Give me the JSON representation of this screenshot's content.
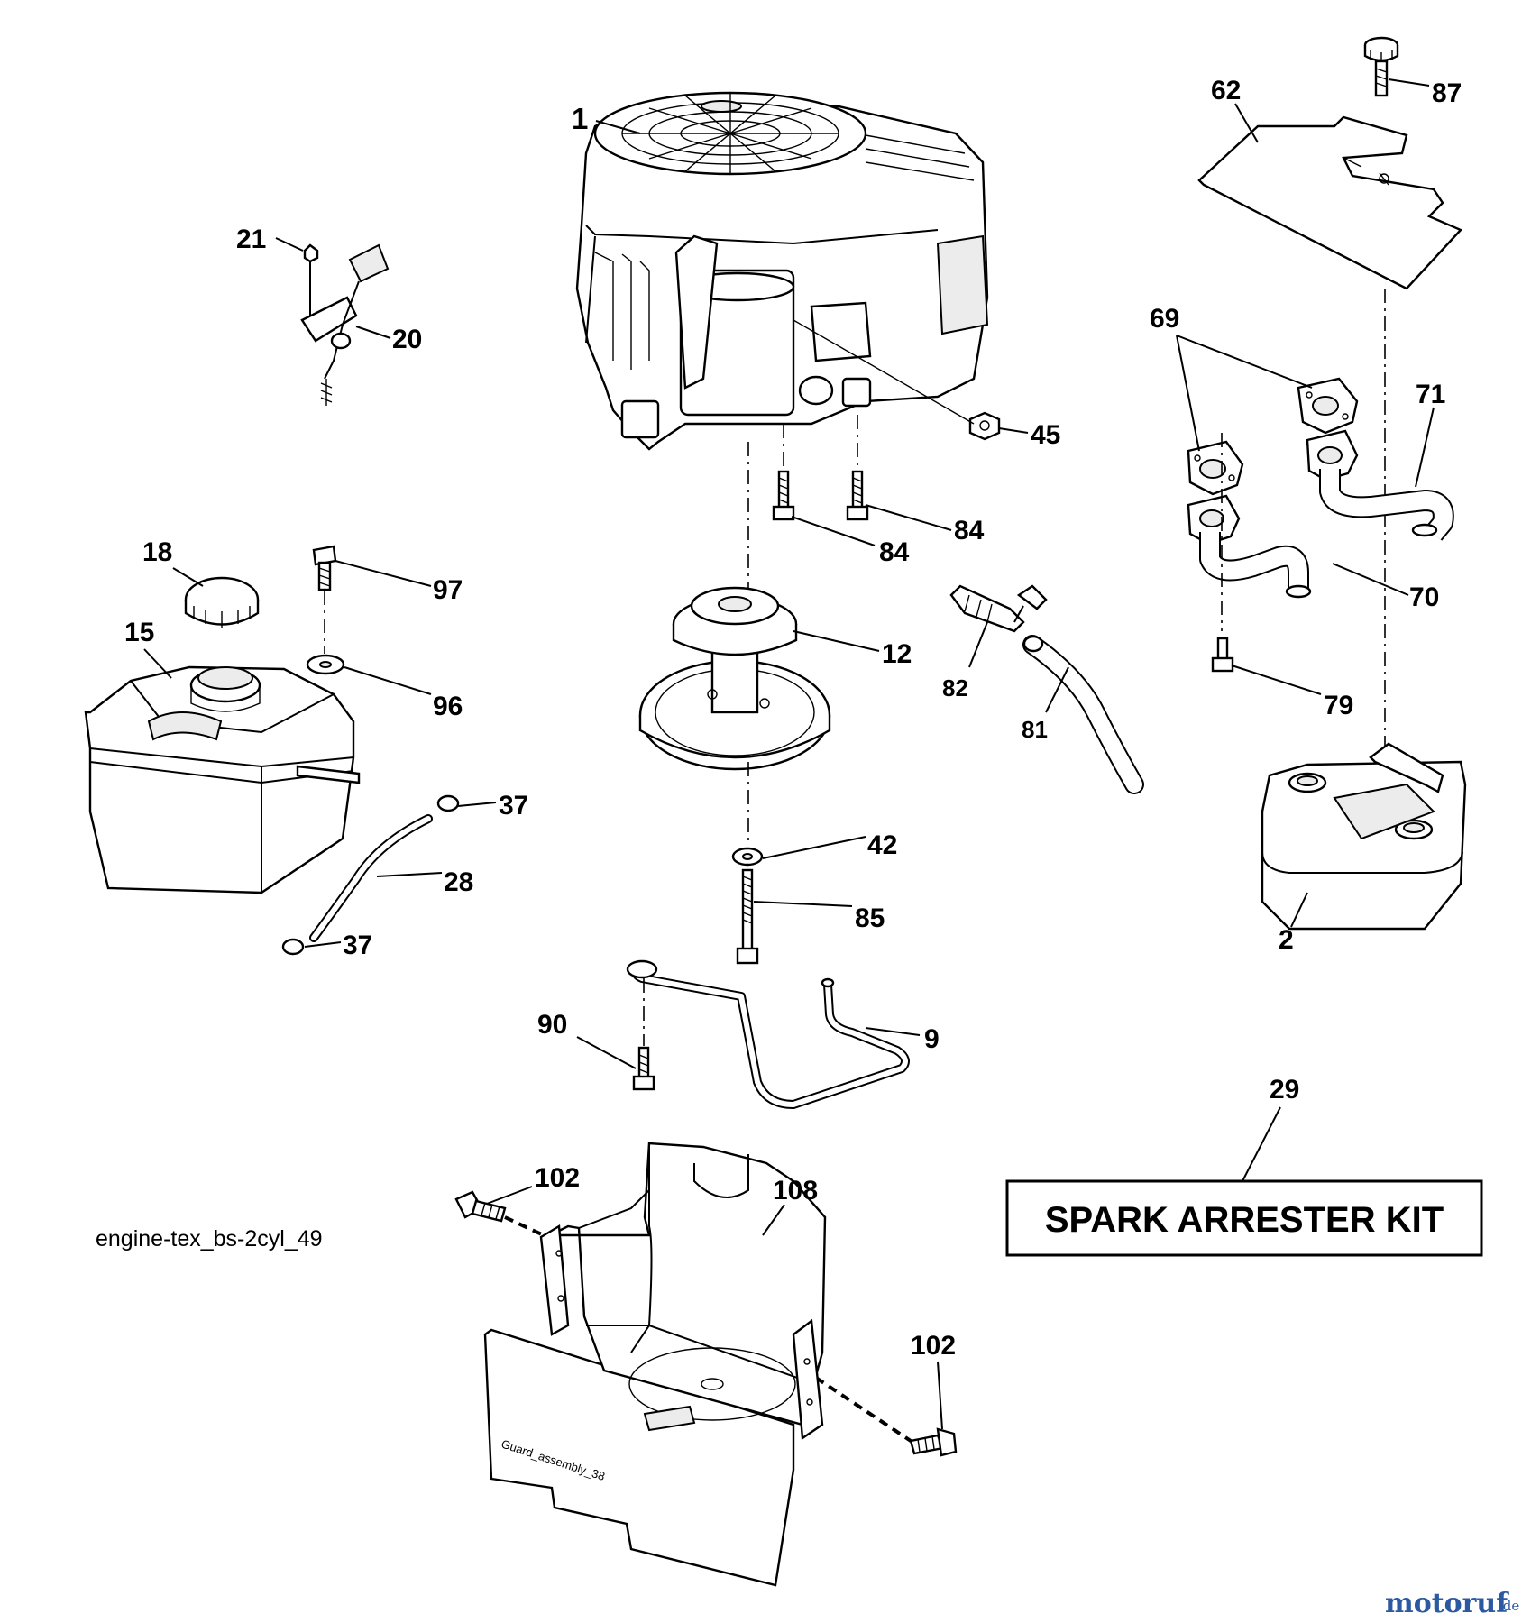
{
  "diagram": {
    "drawing_code": "engine-tex_bs-2cyl_49",
    "kit_label": "SPARK ARRESTER KIT",
    "sub_label": "Guard_assembly_38",
    "watermark": {
      "main": "motoruf",
      "suffix": ".de"
    },
    "callouts": {
      "c1": "1",
      "c2": "2",
      "c9": "9",
      "c12": "12",
      "c15": "15",
      "c18": "18",
      "c20": "20",
      "c21": "21",
      "c28": "28",
      "c29": "29",
      "c37a": "37",
      "c37b": "37",
      "c42": "42",
      "c45": "45",
      "c62": "62",
      "c69": "69",
      "c70": "70",
      "c71": "71",
      "c79": "79",
      "c81": "81",
      "c82": "82",
      "c84a": "84",
      "c84b": "84",
      "c85": "85",
      "c87": "87",
      "c90": "90",
      "c96": "96",
      "c97": "97",
      "c102a": "102",
      "c102b": "102",
      "c108": "108"
    },
    "parts": [
      {
        "id": "engine",
        "callout": "1"
      },
      {
        "id": "muffler",
        "callout": "2"
      },
      {
        "id": "wire-bracket",
        "callout": "9"
      },
      {
        "id": "pulley",
        "callout": "12"
      },
      {
        "id": "fuel-tank",
        "callout": "15"
      },
      {
        "id": "fuel-cap",
        "callout": "18"
      },
      {
        "id": "throttle-control",
        "callout": "20"
      },
      {
        "id": "control-screw",
        "callout": "21"
      },
      {
        "id": "fuel-line",
        "callout": "28"
      },
      {
        "id": "spark-arrester-kit",
        "callout": "29"
      },
      {
        "id": "hose-clamp",
        "callout": "37"
      },
      {
        "id": "washer-pulley",
        "callout": "42"
      },
      {
        "id": "nut",
        "callout": "45"
      },
      {
        "id": "heat-shield",
        "callout": "62"
      },
      {
        "id": "exhaust-gasket",
        "callout": "69"
      },
      {
        "id": "exhaust-pipe-left",
        "callout": "70"
      },
      {
        "id": "exhaust-pipe-right",
        "callout": "71"
      },
      {
        "id": "muffler-bolt",
        "callout": "79"
      },
      {
        "id": "oil-drain-hose",
        "callout": "81"
      },
      {
        "id": "oil-drain-valve",
        "callout": "82"
      },
      {
        "id": "engine-bolt",
        "callout": "84"
      },
      {
        "id": "pulley-bolt",
        "callout": "85"
      },
      {
        "id": "shield-knob",
        "callout": "87"
      },
      {
        "id": "bracket-bolt",
        "callout": "90"
      },
      {
        "id": "tank-washer",
        "callout": "96"
      },
      {
        "id": "tank-screw",
        "callout": "97"
      },
      {
        "id": "guard-bolt",
        "callout": "102"
      },
      {
        "id": "engine-guard",
        "callout": "108"
      }
    ]
  }
}
